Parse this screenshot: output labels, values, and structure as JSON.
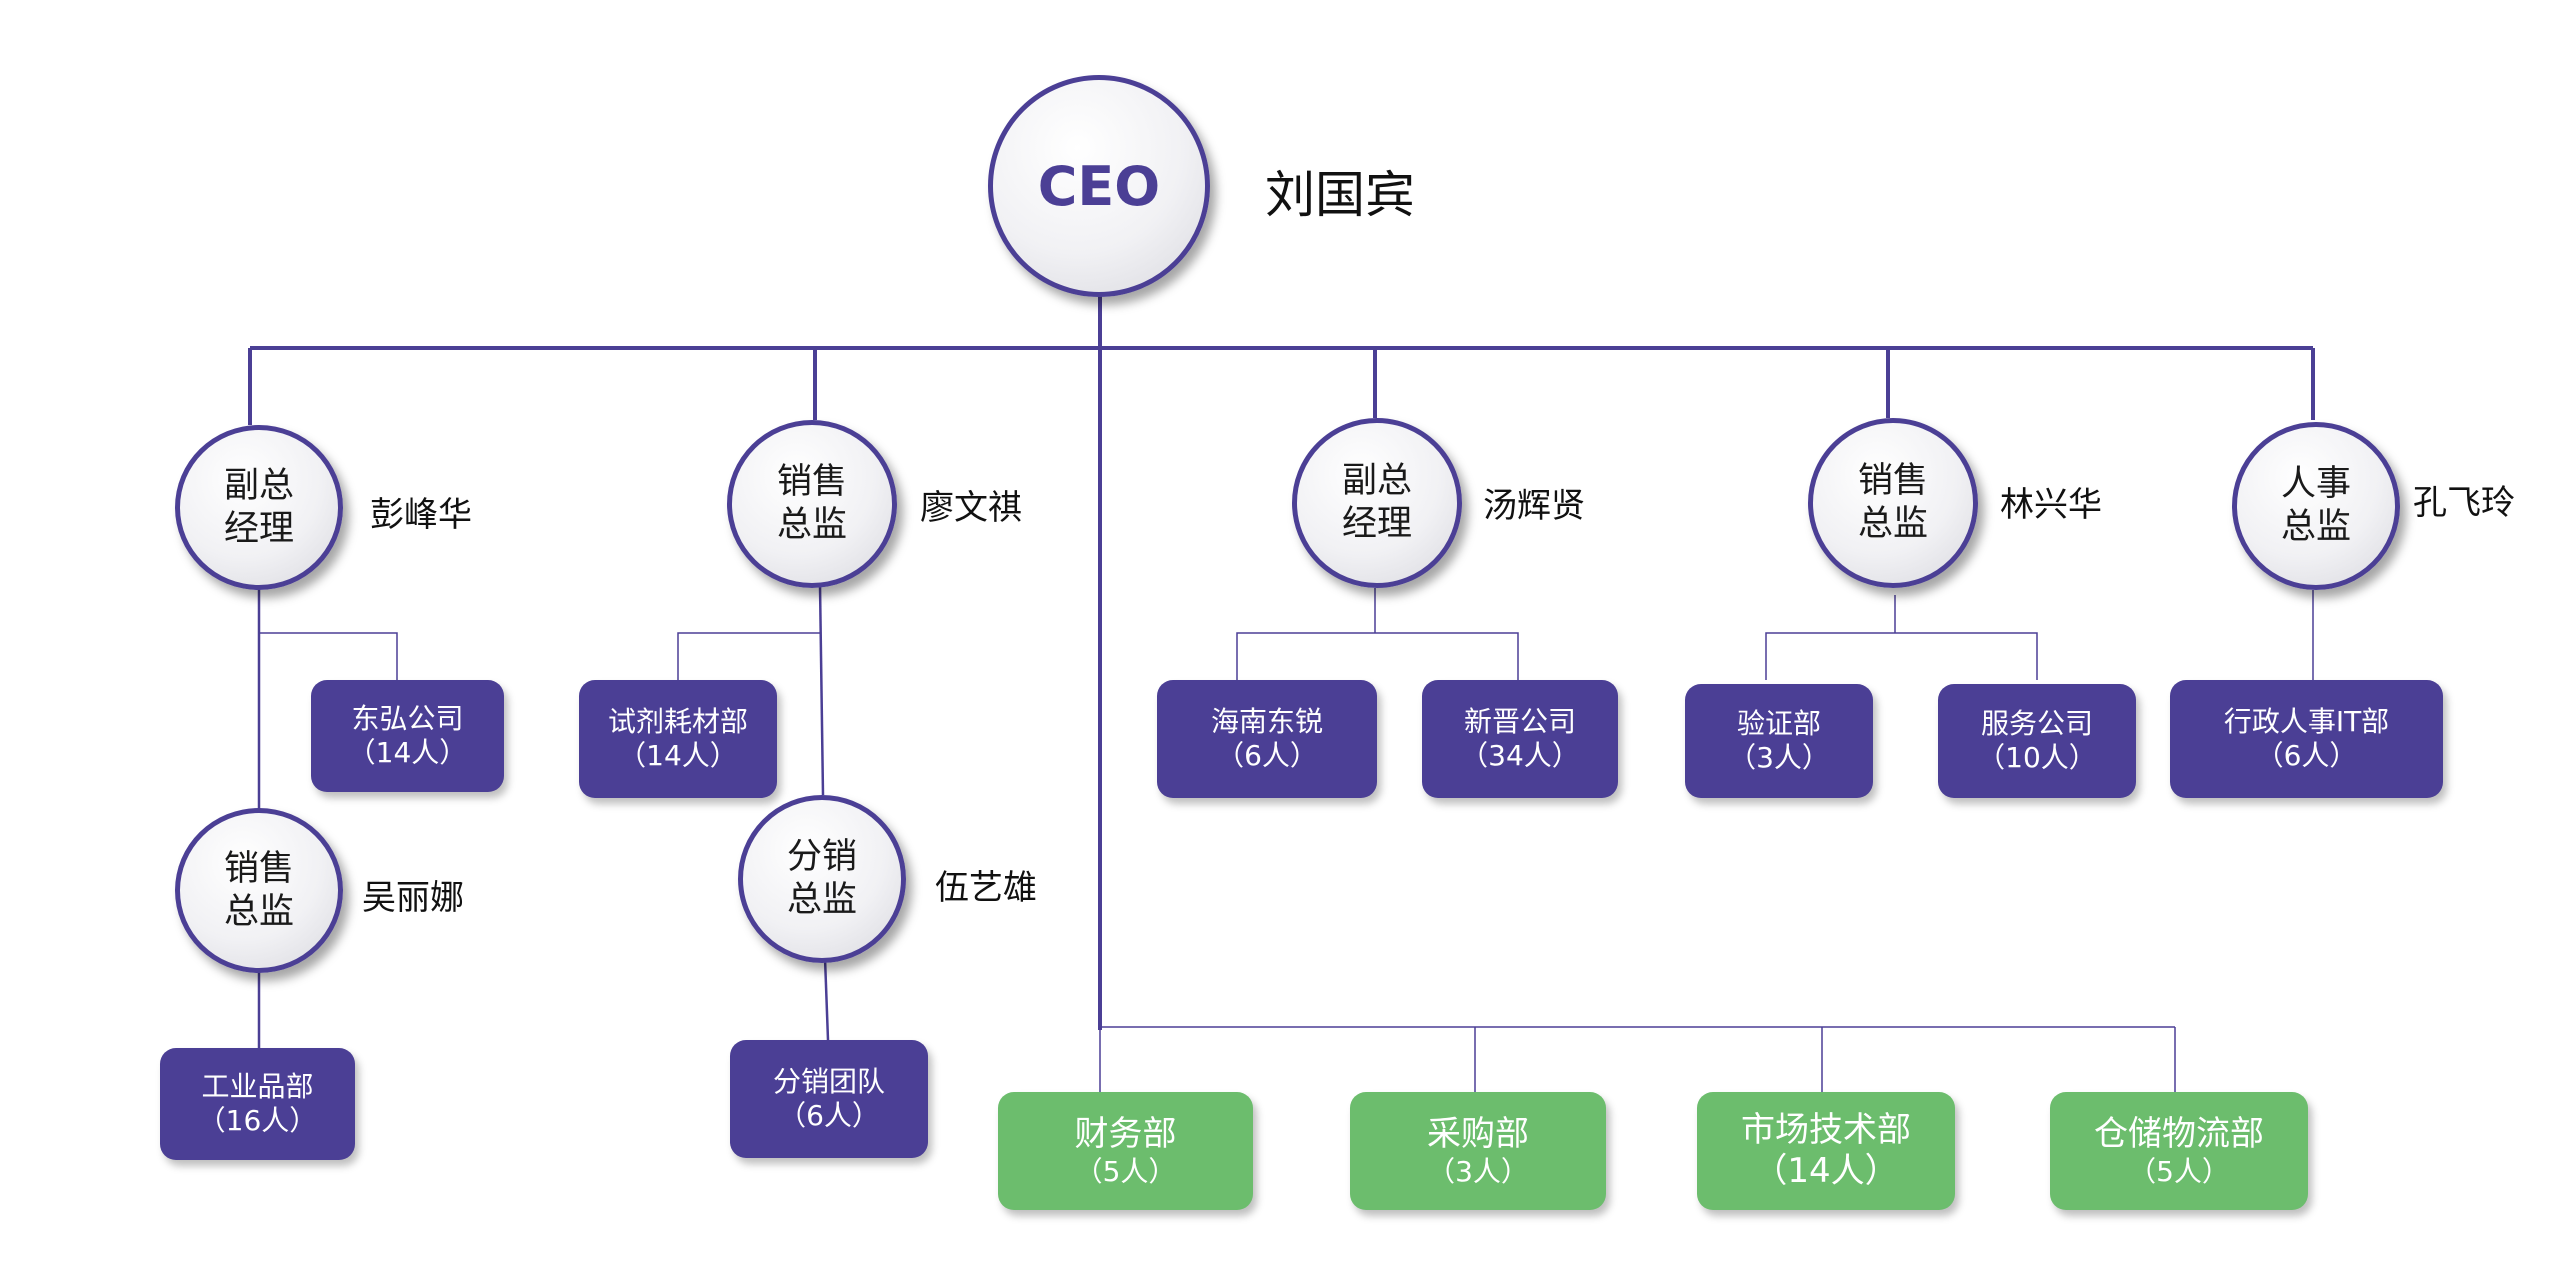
{
  "ceo": {
    "title": "CEO",
    "name": "刘国宾"
  },
  "managers": [
    {
      "role": "副总\n经理",
      "name": "彭峰华"
    },
    {
      "role": "销售\n总监",
      "name": "廖文祺"
    },
    {
      "role": "副总\n经理",
      "name": "汤辉贤"
    },
    {
      "role": "销售\n总监",
      "name": "林兴华"
    },
    {
      "role": "人事\n总监",
      "name": "孔飞玲"
    },
    {
      "role": "销售\n总监",
      "name": "吴丽娜"
    },
    {
      "role": "分销\n总监",
      "name": "伍艺雄"
    }
  ],
  "departments": [
    {
      "name": "东弘公司",
      "count": "（14人）"
    },
    {
      "name": "工业品部",
      "count": "（16人）"
    },
    {
      "name": "试剂耗材部",
      "count": "（14人）"
    },
    {
      "name": "分销团队",
      "count": "（6人）"
    },
    {
      "name": "海南东锐",
      "count": "（6人）"
    },
    {
      "name": "新晋公司",
      "count": "（34人）"
    },
    {
      "name": "验证部",
      "count": "（3人）"
    },
    {
      "name": "服务公司",
      "count": "（10人）"
    },
    {
      "name": "行政人事IT部",
      "count": "（6人）"
    }
  ],
  "support_departments": [
    {
      "name": "财务部",
      "count": "（5人）"
    },
    {
      "name": "采购部",
      "count": "（3人）"
    },
    {
      "name": "市场技术部",
      "count": "（14人）"
    },
    {
      "name": "仓储物流部",
      "count": "（5人）"
    }
  ],
  "colors": {
    "accent": "#4b3f95",
    "support": "#6cbd6d"
  }
}
